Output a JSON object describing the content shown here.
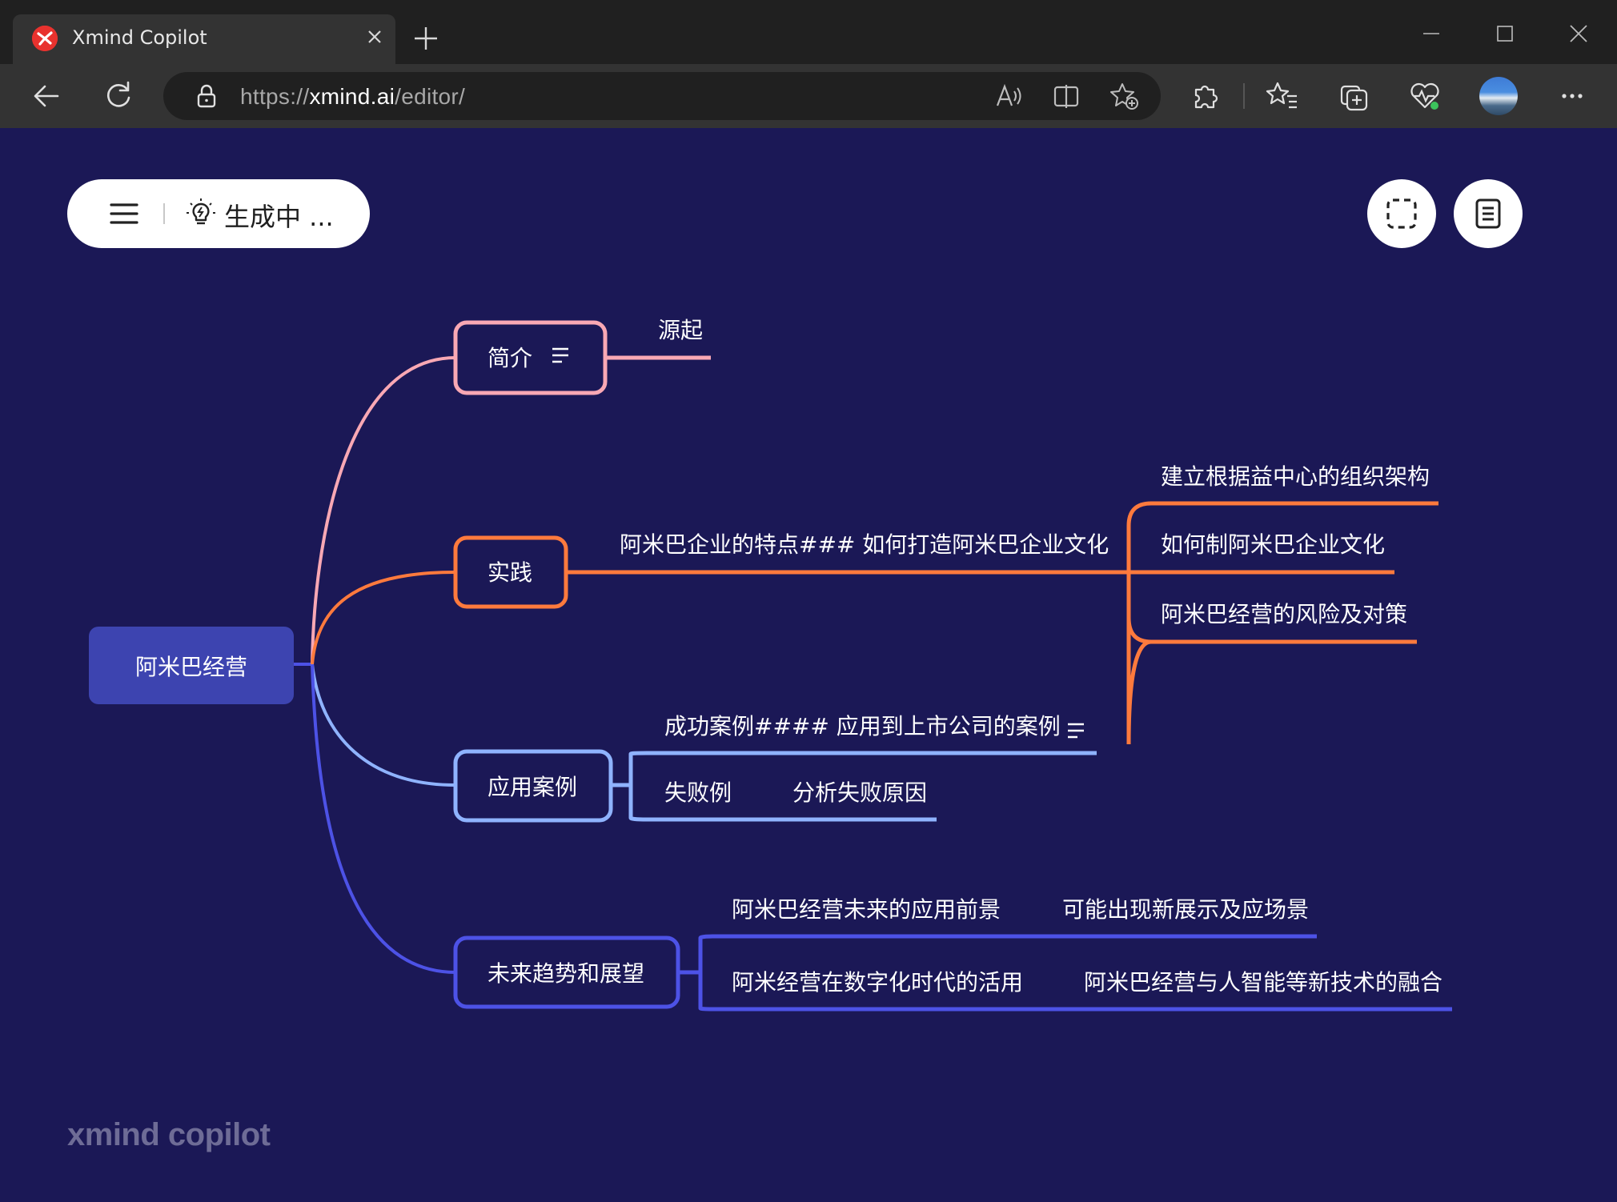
{
  "browser": {
    "tab_title": "Xmind Copilot",
    "url_scheme": "https://",
    "url_host": "xmind.ai",
    "url_path": "/editor/"
  },
  "toolbar": {
    "menu_icon": "hamburger-menu-icon",
    "status_icon": "lightbulb-icon",
    "status_text": "生成中 ..."
  },
  "mindmap": {
    "root": "阿米巴经营",
    "branches": [
      {
        "label": "简介",
        "color": "#f9a8b4",
        "has_note": true,
        "children": [
          "源起"
        ]
      },
      {
        "label": "实践",
        "color": "#ff7a3d",
        "has_note": false,
        "children": [
          {
            "label": "阿米巴企业的特点### 如何打造阿米巴企业文化",
            "children": [
              "建立根据益中心的组织架构",
              "如何制阿米巴企业文化",
              "阿米巴经营的风险及对策"
            ]
          }
        ]
      },
      {
        "label": "应用案例",
        "color": "#8fb3ff",
        "has_note": false,
        "children": [
          {
            "label": "成功案例#### 应用到上市公司的案例",
            "has_note": true
          },
          {
            "label": "失败例",
            "children": [
              "分析失败原因"
            ]
          }
        ]
      },
      {
        "label": "未来趋势和展望",
        "color": "#4d52e6",
        "has_note": false,
        "children": [
          {
            "label": "阿米巴经营未来的应用前景",
            "children": [
              "可能出现新展示及应场景"
            ]
          },
          {
            "label": "阿米经营在数字化时代的活用",
            "children": [
              "阿米巴经营与人智能等新技术的融合"
            ]
          }
        ]
      }
    ]
  },
  "colors": {
    "canvas_bg": "#1b1856",
    "root_fill": "#3d44b0",
    "branch_pink": "#f9a8b4",
    "branch_orange": "#ff7a3d",
    "branch_lightblue": "#8fb3ff",
    "branch_blue": "#4d52e6"
  },
  "watermark": "xmind copilot"
}
